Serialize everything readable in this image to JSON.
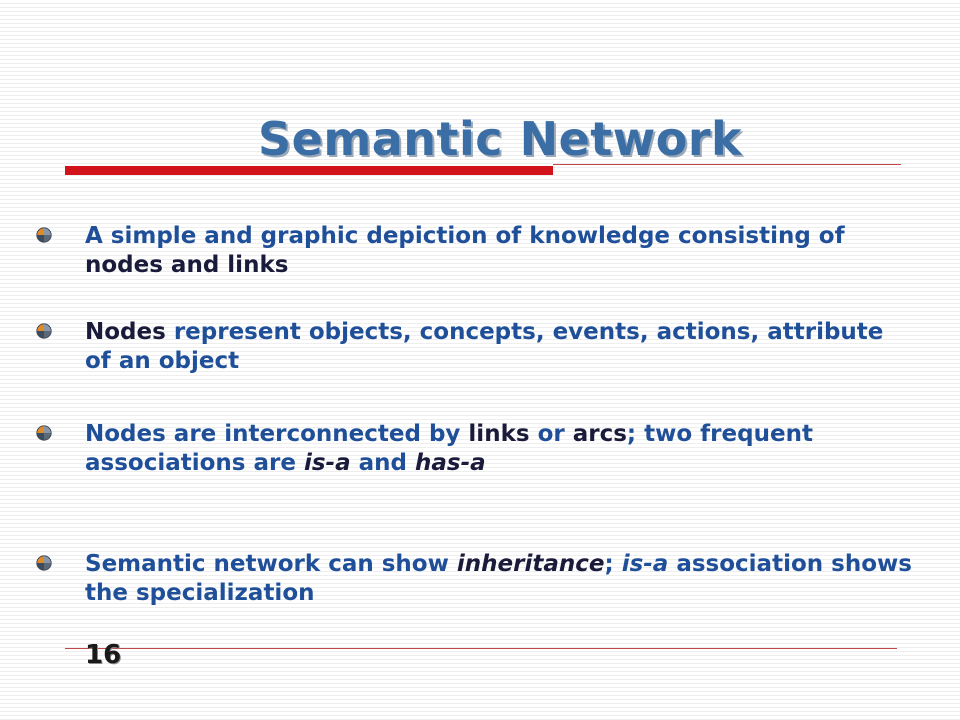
{
  "slide": {
    "title": "Semantic Network",
    "bullets": [
      {
        "parts": [
          "A simple and graphic depiction of knowledge consisting of ",
          "nodes and links"
        ]
      },
      {
        "parts": [
          "Nodes",
          " represent objects, concepts, events, actions, attribute of an object"
        ]
      },
      {
        "parts": [
          "Nodes are interconnected by ",
          "links",
          " or ",
          "arcs",
          "; two frequent associations are ",
          "is-a",
          " and ",
          "has-a"
        ]
      },
      {
        "parts": [
          "Semantic network can show ",
          "inheritance",
          "; ",
          "is-a",
          " association shows the specialization"
        ]
      }
    ],
    "page_number": "16"
  },
  "colors": {
    "title": "#3a6ea5",
    "body_text": "#1f4f99",
    "emphasis_text": "#1a1a3a",
    "accent_rule": "#d3131b"
  },
  "icons": {
    "bullet": "ball-bullet-icon"
  }
}
